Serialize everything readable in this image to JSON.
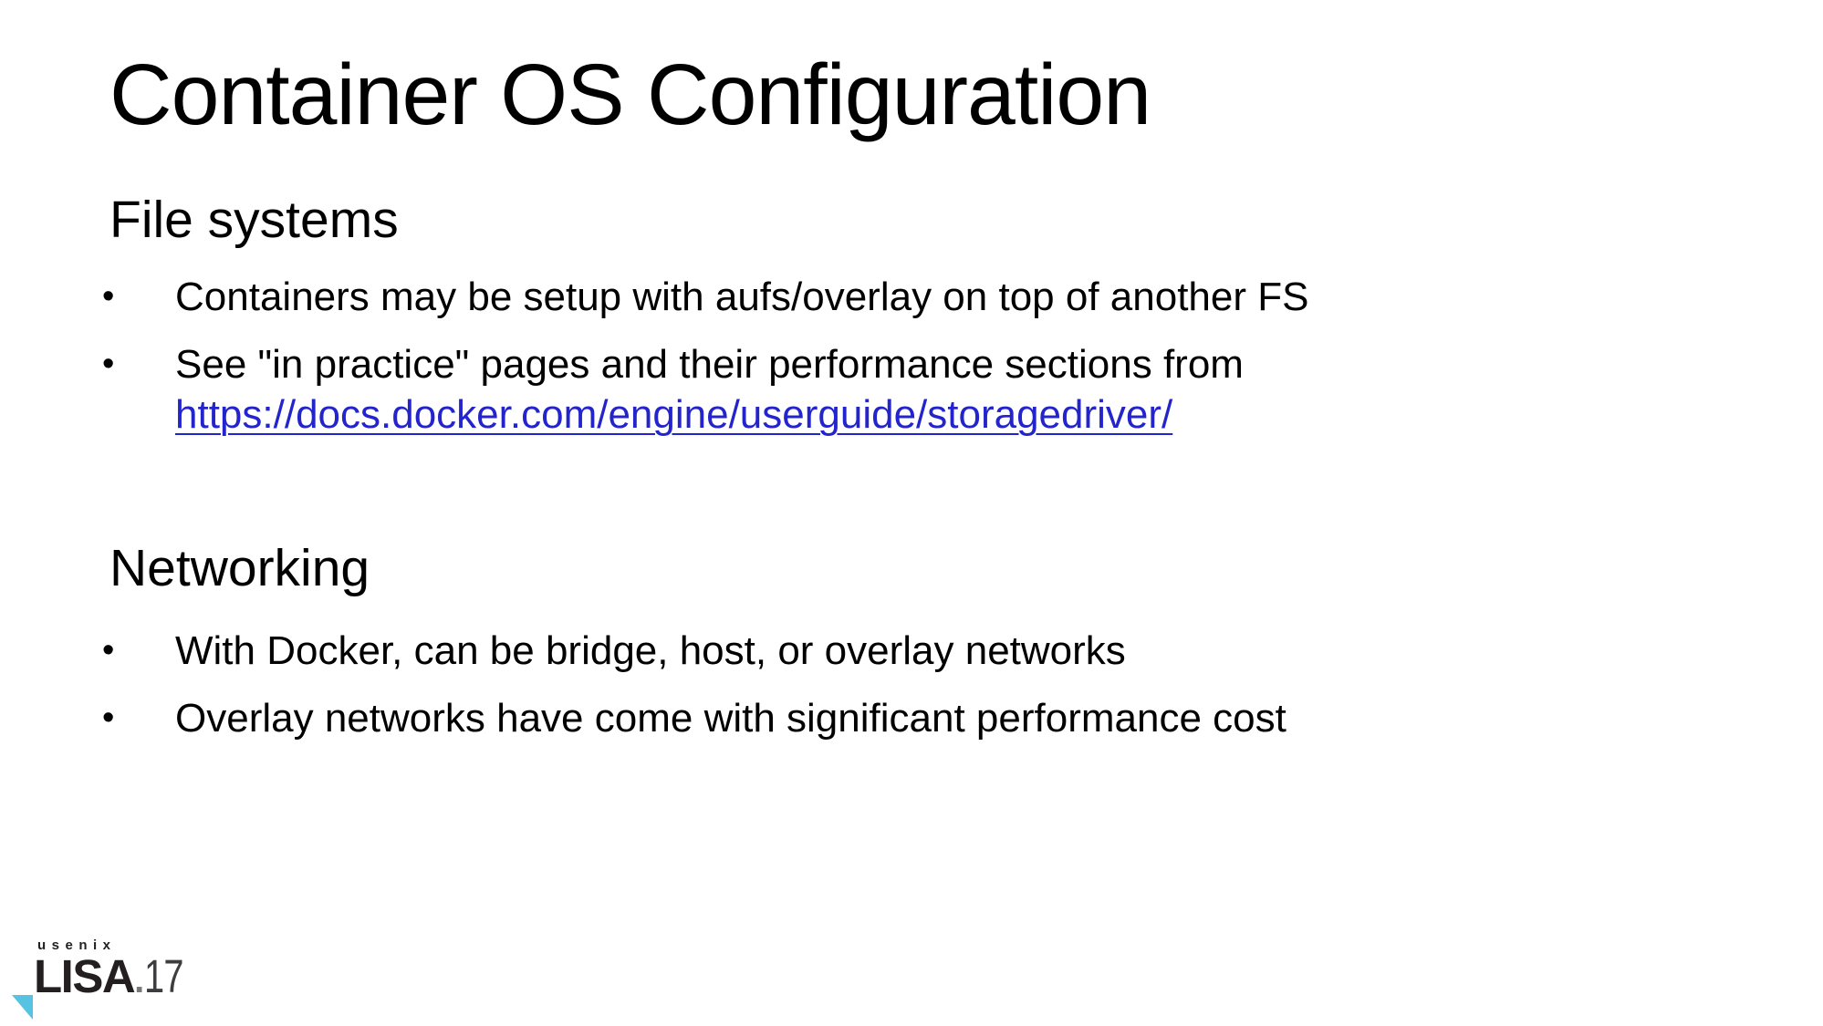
{
  "slide": {
    "title": "Container OS Configuration",
    "bullet_glyph": "•",
    "sections": [
      {
        "heading": "File systems",
        "bullets": [
          {
            "text": "Containers may be setup with aufs/overlay on top of another FS"
          },
          {
            "text": "See \"in practice\" pages and their performance sections from",
            "link": "https://docs.docker.com/engine/userguide/storagedriver/"
          }
        ]
      },
      {
        "heading": "Networking",
        "bullets": [
          {
            "text": "With Docker, can be bridge, host, or overlay networks"
          },
          {
            "text": "Overlay networks have come with significant performance cost"
          }
        ]
      }
    ]
  },
  "footer": {
    "brand_top": "usenix",
    "brand_main": "LISA",
    "brand_sep": ".",
    "brand_year": "17"
  },
  "colors": {
    "background": "#ffffff",
    "text": "#000000",
    "link": "#2424cc",
    "brand_black": "#231f20",
    "brand_year_gray": "#3d3d40",
    "brand_triangle": "#56c3e2"
  }
}
